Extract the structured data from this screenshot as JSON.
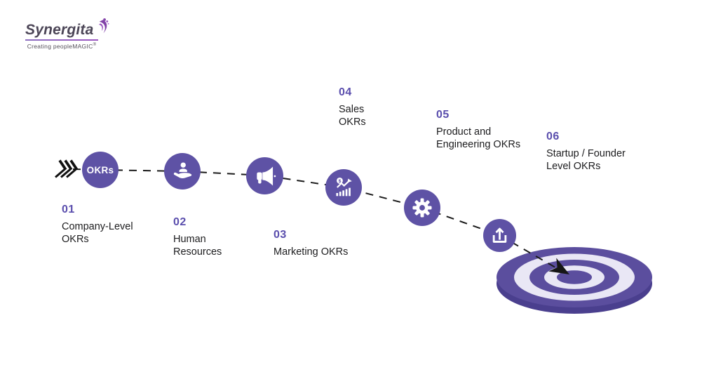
{
  "logo": {
    "name": "Synergita",
    "tagline": "Creating peopleMAGIC",
    "registered_mark": "®"
  },
  "colors": {
    "circle": "#5E52A5",
    "number": "#5A4EAD",
    "text": "#1C1C1E",
    "tpurple": "#5B4E9E",
    "tlight": "#E9E7F5",
    "trim": "#4A3F8E",
    "path": "#1B1B1B",
    "logoaccent": "#8242A8",
    "logoaccent2": "#9A55C0",
    "logotext": "#4C4657",
    "logounderline": "#8D6FC0",
    "logotagline": "#55505A"
  },
  "timeline": {
    "badge": "OKRs",
    "sales_icon_symbol": "$",
    "steps": [
      {
        "num": "01",
        "title": "Company-Level\nOKRs",
        "icon": "okrs-badge"
      },
      {
        "num": "02",
        "title": "Human\nResources",
        "icon": "hand-person-icon"
      },
      {
        "num": "03",
        "title": "Marketing OKRs",
        "icon": "megaphone-icon"
      },
      {
        "num": "04",
        "title": "Sales\nOKRs",
        "icon": "sales-growth-icon"
      },
      {
        "num": "05",
        "title": "Product and\nEngineering OKRs",
        "icon": "gear-icon"
      },
      {
        "num": "06",
        "title": "Startup / Founder\nLevel OKRs",
        "icon": "upload-icon"
      }
    ]
  }
}
